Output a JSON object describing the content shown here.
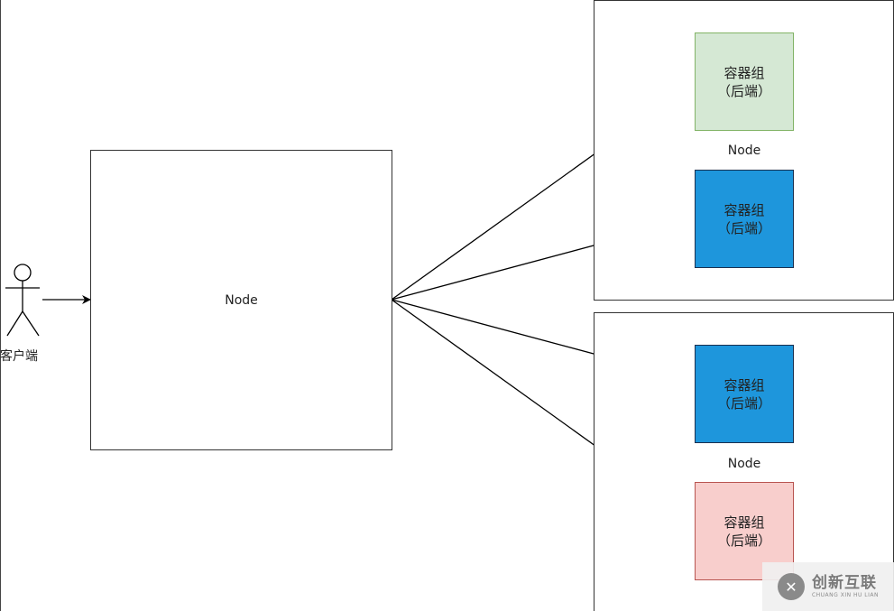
{
  "client": {
    "label": "客户端",
    "icon": "stick-figure-user-icon"
  },
  "entry_node": {
    "label": "Node"
  },
  "node_groups": [
    {
      "label": "Node",
      "pods": [
        {
          "line1": "容器组",
          "line2": "（后端）",
          "color": "#d5e8d4"
        },
        {
          "line1": "容器组",
          "line2": "（后端）",
          "color": "#1e96dc"
        }
      ]
    },
    {
      "label": "Node",
      "pods": [
        {
          "line1": "容器组",
          "line2": "（后端）",
          "color": "#1e96dc"
        },
        {
          "line1": "容器组",
          "line2": "（后端）",
          "color": "#f8cecc"
        }
      ]
    }
  ],
  "watermark": {
    "main": "创新互联",
    "sub": "CHUANG XIN HU LIAN",
    "logo_icon": "chuangxin-logo-icon"
  }
}
